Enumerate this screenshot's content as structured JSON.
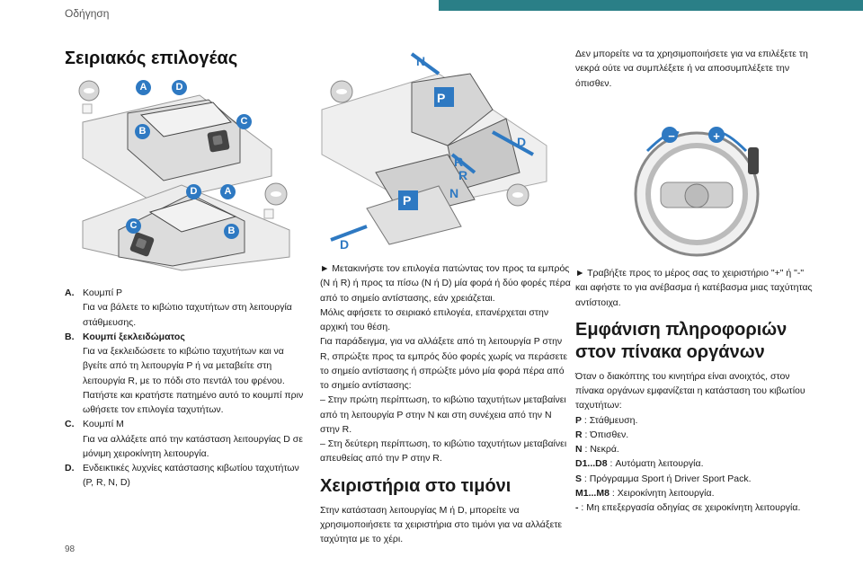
{
  "header": {
    "section": "Οδήγηση",
    "page_number": "98",
    "accent": "#2a7f87"
  },
  "title": "Σειριακός επιλογέας",
  "figure_left": {
    "badges_top": [
      "A",
      "D",
      "C",
      "B"
    ],
    "badges_bottom": [
      "D",
      "A",
      "C",
      "B"
    ],
    "badge_color": "#2e79c2"
  },
  "figure_mid": {
    "labels_top": [
      "N",
      "P",
      "D",
      "R"
    ],
    "labels_bottom": [
      "R",
      "N",
      "P",
      "D"
    ]
  },
  "definitions": [
    {
      "key": "A.",
      "lines": [
        "Κουμπί P",
        "Για να βάλετε το κιβώτιο ταχυτήτων στη λειτουργία στάθμευσης."
      ]
    },
    {
      "key": "B.",
      "lines": [
        "Κουμπί ξεκλειδώματος",
        "Για να ξεκλειδώσετε το κιβώτιο ταχυτήτων και να βγείτε από τη λειτουργία P ή να μεταβείτε στη λειτουργία R, με το πόδι στο πεντάλ του φρένου.",
        "Πατήστε και κρατήστε πατημένο αυτό το κουμπί πριν ωθήσετε τον επιλογέα ταχυτήτων."
      ]
    },
    {
      "key": "C.",
      "lines": [
        "Κουμπί M",
        "Για να αλλάξετε από την κατάσταση λειτουργίας D σε μόνιμη χειροκίνητη λειτουργία."
      ]
    },
    {
      "key": "D.",
      "lines": [
        "Ενδεικτικές λυχνίες κατάστασης κιβωτίου ταχυτήτων (P, R, N, D)"
      ]
    }
  ],
  "middle": {
    "paragraphs": [
      "► Μετακινήστε τον επιλογέα πατώντας τον προς τα εμπρός (N ή R) ή προς τα πίσω (N ή D) μία φορά ή δύο φορές πέρα από το σημείο αντίστασης, εάν χρειάζεται.",
      "Μόλις αφήσετε το σειριακό επιλογέα, επανέρχεται στην αρχική του θέση.",
      "Για παράδειγμα, για να αλλάξετε από τη λειτουργία P στην R, σπρώξτε προς τα εμπρός δύο φορές χωρίς να περάσετε το σημείο αντίστασης ή σπρώξτε μόνο μία φορά πέρα από το σημείο αντίστασης:",
      "– Στην πρώτη περίπτωση, το κιβώτιο ταχυτήτων μεταβαίνει από τη λειτουργία P στην  N και στη συνέχεια από την  N στην R.",
      "– Στη δεύτερη περίπτωση, το κιβώτιο ταχυτήτων μεταβαίνει απευθείας από την P στην R."
    ],
    "heading": "Χειριστήρια στο τιμόνι",
    "heading_text": "Στην κατάσταση λειτουργίας M ή D, μπορείτε να χρησιμοποιήσετε τα χειριστήρια στο τιμόνι για να αλλάξετε ταχύτητα με το χέρι."
  },
  "right": {
    "intro": "Δεν μπορείτε να τα χρησιμοποιήσετε για να επιλέξετε τη νεκρά ούτε να συμπλέξετε ή να αποσυμπλέξετε την όπισθεν.",
    "paddle_minus": "−",
    "paddle_plus": "+",
    "instruction": "► Τραβήξτε προς το μέρος σας το χειριστήριο \"+\" ή \"-\" και αφήστε το για ανέβασμα ή κατέβασμα μιας ταχύτητας αντίστοιχα.",
    "heading": "Εμφάνιση πληροφοριών στον πίνακα οργάνων",
    "heading_text": "Όταν ο διακόπτης του κινητήρα είναι ανοιχτός, στον πίνακα οργάνων εμφανίζεται η κατάσταση του κιβωτίου ταχυτήτων:",
    "states": [
      {
        "k": "P",
        "v": " : Στάθμευση."
      },
      {
        "k": "R",
        "v": " : Όπισθεν."
      },
      {
        "k": "N",
        "v": " : Νεκρά."
      },
      {
        "k": "D1...D8",
        "v": " : Αυτόματη λειτουργία."
      },
      {
        "k": "S",
        "v": " : Πρόγραμμα Sport ή Driver Sport Pack."
      },
      {
        "k": "M1...M8",
        "v": " : Χειροκίνητη λειτουργία."
      },
      {
        "k": "-",
        "v": " : Μη επεξεργασία οδηγίας σε χειροκίνητη λειτουργία."
      }
    ]
  }
}
